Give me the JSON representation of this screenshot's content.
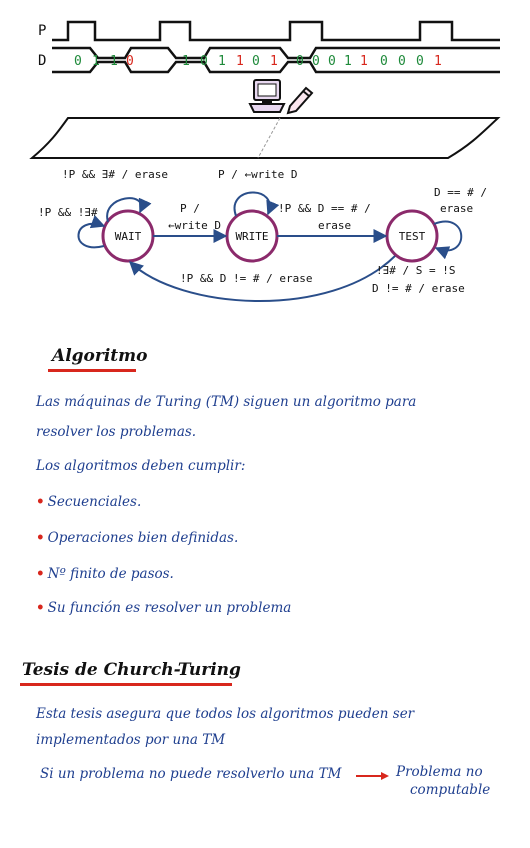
{
  "timing": {
    "p_label": "P",
    "d_label": "D",
    "bits": [
      {
        "value": "0",
        "color": "green"
      },
      {
        "value": "1",
        "color": "green"
      },
      {
        "value": "1",
        "color": "green"
      },
      {
        "value": "0",
        "color": "red"
      },
      {
        "value": "1",
        "color": "green"
      },
      {
        "value": "0",
        "color": "green"
      },
      {
        "value": "1",
        "color": "green"
      },
      {
        "value": "1",
        "color": "red"
      },
      {
        "value": "0",
        "color": "green"
      },
      {
        "value": "1",
        "color": "red"
      },
      {
        "value": "0",
        "color": "green"
      },
      {
        "value": "0",
        "color": "green"
      },
      {
        "value": "0",
        "color": "green"
      },
      {
        "value": "1",
        "color": "green"
      },
      {
        "value": "1",
        "color": "red"
      },
      {
        "value": "0",
        "color": "green"
      },
      {
        "value": "0",
        "color": "green"
      },
      {
        "value": "0",
        "color": "green"
      },
      {
        "value": "1",
        "color": "red"
      }
    ]
  },
  "states": {
    "wait": "WAIT",
    "write": "WRITE",
    "test": "TEST"
  },
  "transitions": {
    "t1": "!P && ∃# / erase",
    "t2": "P / ←write D",
    "t3": "!P && !∃#",
    "t4a": "P /",
    "t4b": "←write D",
    "t5a": "!P && D == # /",
    "t5b": "erase",
    "t6a": "D == # /",
    "t6b": "erase",
    "t7": "!P && D != # / erase",
    "t8": "!∃# / S = !S",
    "t9": "D != # / erase"
  },
  "colors": {
    "state": "#8b2a6b",
    "arrow": "#2a4e8a",
    "red": "#d8271d",
    "green": "#1e8a3a",
    "ink": "#1f3f8f"
  },
  "notes": {
    "algo_title": "Algoritmo",
    "algo_p1_l1": "Las máquinas de Turing (TM) siguen un algoritmo para",
    "algo_p1_l2": "resolver los problemas.",
    "algo_p2": "Los algoritmos deben cumplir:",
    "bullets": [
      "Secuenciales.",
      "Operaciones bien definidas.",
      "Nº finito de pasos.",
      "Su función es resolver un problema"
    ],
    "church_title": "Tesis de Church-Turing",
    "ct_l1": "Esta tesis asegura que todos los algoritmos pueden ser",
    "ct_l2": "implementados por una TM",
    "ct_l3": "Si un problema no puede resolverlo una TM",
    "ct_result_l1": "Problema no",
    "ct_result_l2": "computable"
  }
}
